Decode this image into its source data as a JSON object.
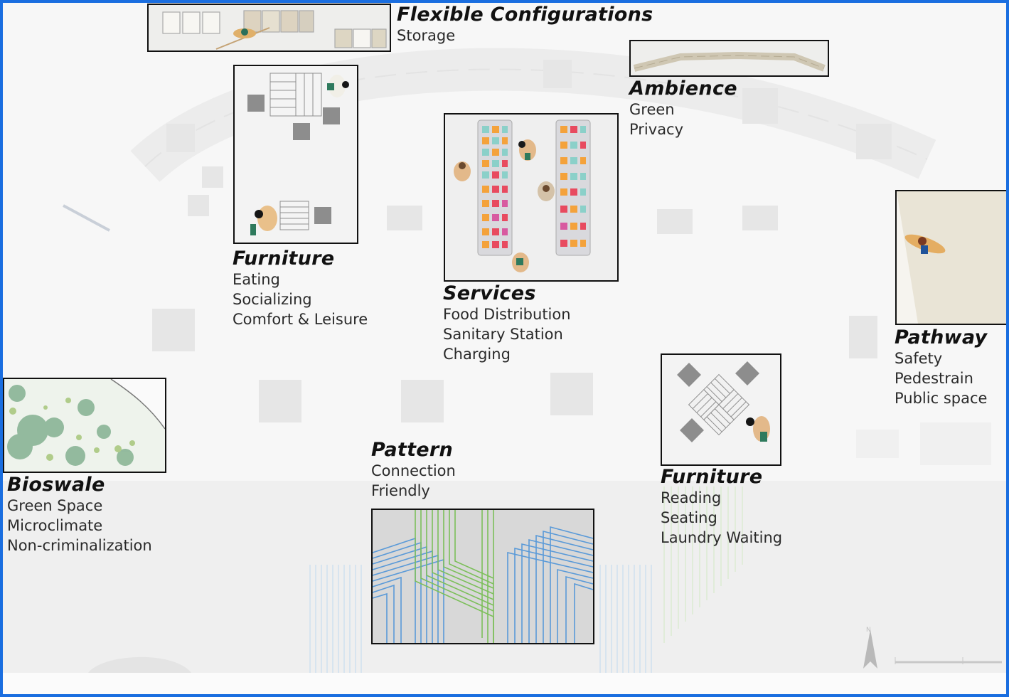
{
  "colors": {
    "frame_border": "#1a6ee0",
    "inset_border": "#111111",
    "pattern_blue": "#5a9ad8",
    "pattern_green": "#7cbf5a",
    "bioswale_green": "#8fb89a",
    "pathway_sand": "#ece6d6"
  },
  "annotations": [
    {
      "id": "flexible",
      "title": "Flexible Configurations",
      "lines": [
        "Storage"
      ]
    },
    {
      "id": "ambience",
      "title": "Ambience",
      "lines": [
        "Green",
        "Privacy"
      ]
    },
    {
      "id": "furniture1",
      "title": "Furniture",
      "lines": [
        "Eating",
        "Socializing",
        "Comfort & Leisure"
      ]
    },
    {
      "id": "services",
      "title": "Services",
      "lines": [
        "Food Distribution",
        "Sanitary Station",
        "Charging"
      ]
    },
    {
      "id": "pathway",
      "title": "Pathway",
      "lines": [
        "Safety",
        "Pedestrain",
        "Public space"
      ]
    },
    {
      "id": "bioswale",
      "title": "Bioswale",
      "lines": [
        "Green Space",
        "Microclimate",
        "Non-criminalization"
      ]
    },
    {
      "id": "pattern",
      "title": "Pattern",
      "lines": [
        "Connection",
        "Friendly"
      ]
    },
    {
      "id": "furniture2",
      "title": "Furniture",
      "lines": [
        "Reading",
        "Seating",
        "Laundry Waiting"
      ]
    }
  ],
  "icons": {
    "north_arrow": "north-arrow-icon",
    "scale_bar": "scale-bar-icon"
  }
}
